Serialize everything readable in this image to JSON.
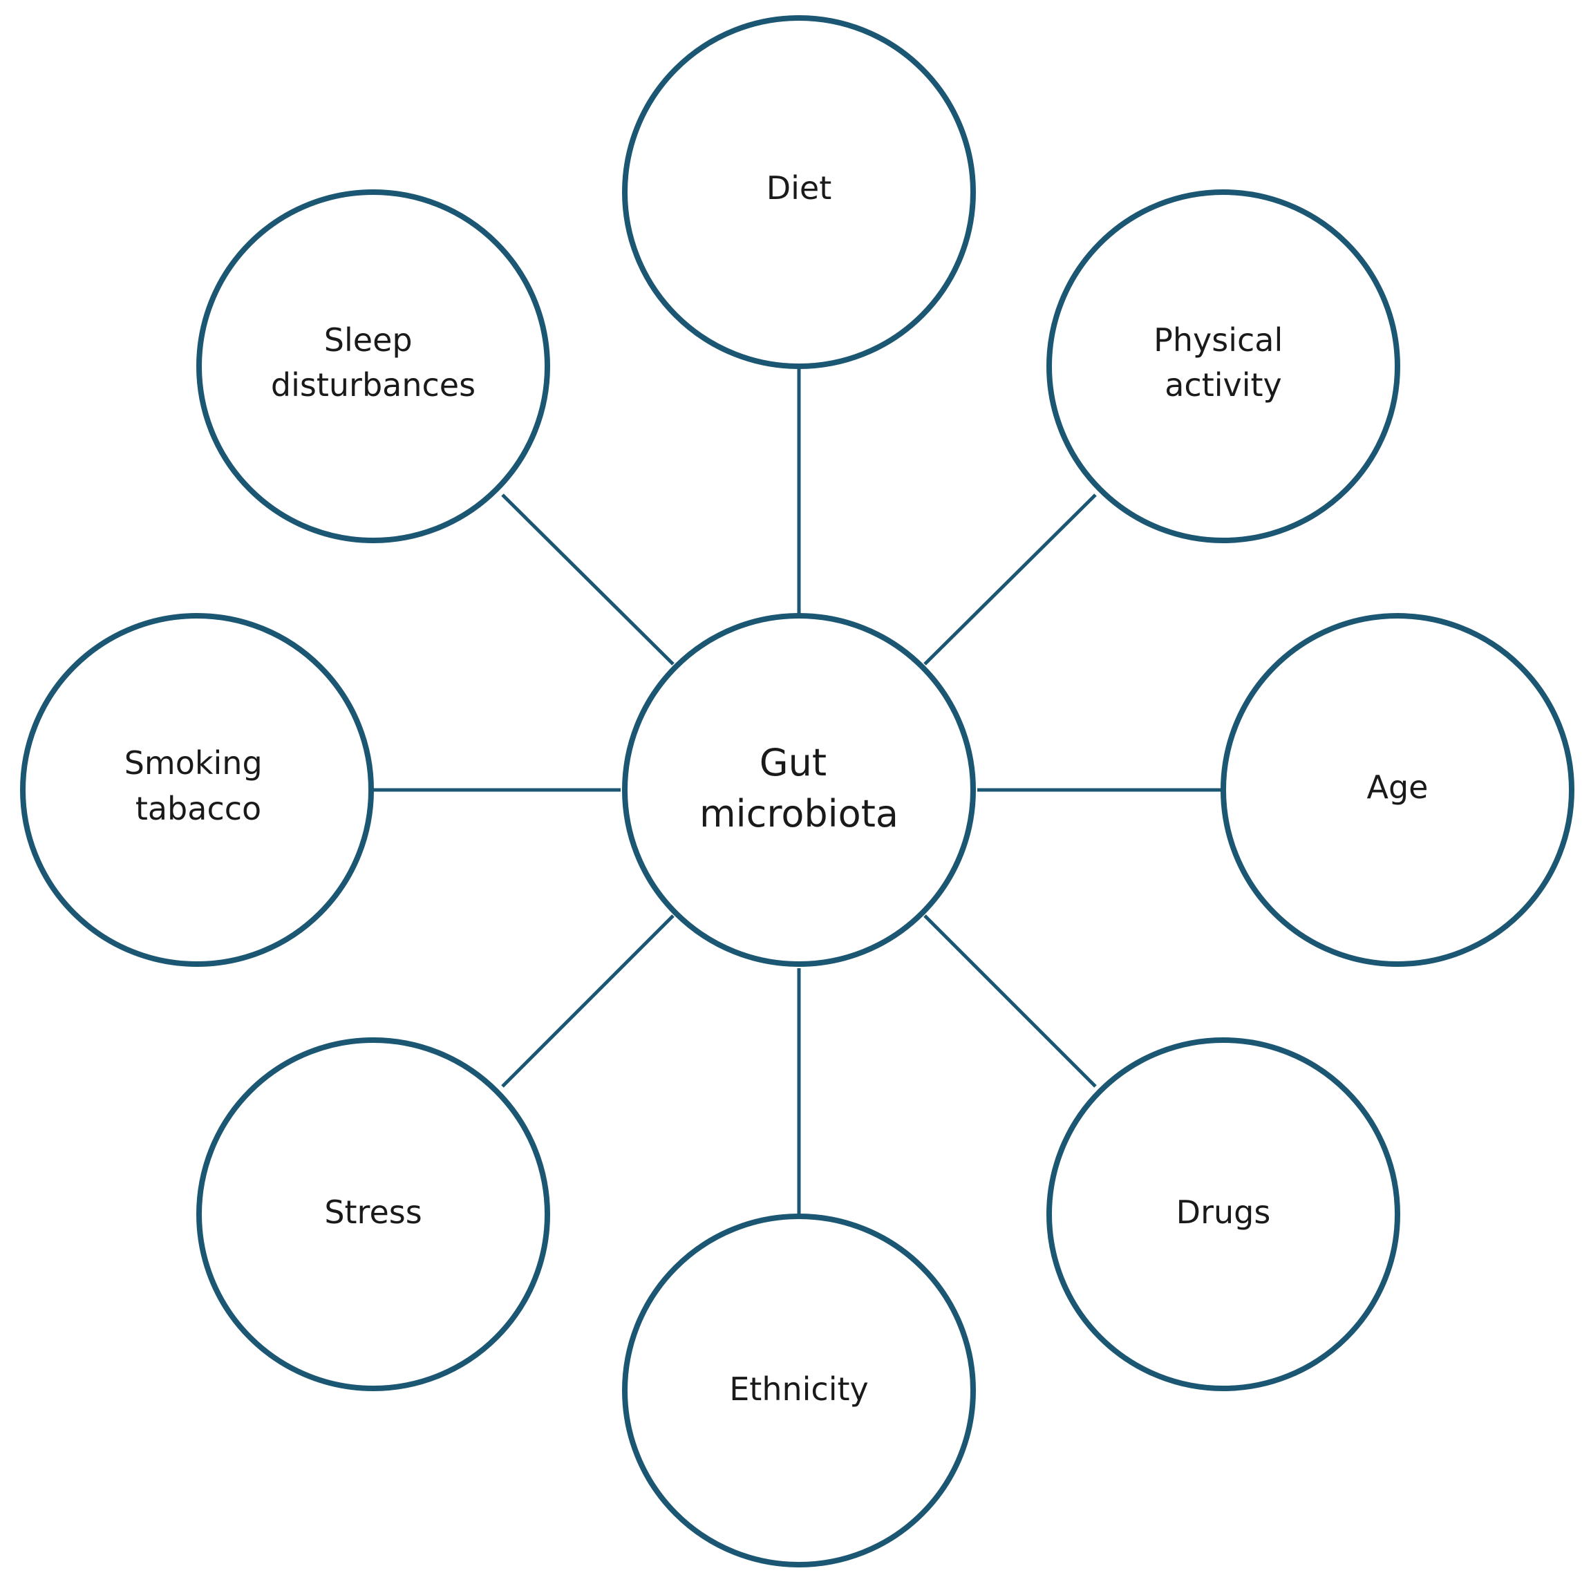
{
  "colors": {
    "circle_stroke": "#1b5673",
    "connector": "#1b5673",
    "text": "#1a1a1a",
    "background": "#ffffff"
  },
  "center": {
    "lines": [
      "Gut",
      "microbiota"
    ]
  },
  "factors": [
    {
      "id": "diet",
      "lines": [
        "Diet"
      ]
    },
    {
      "id": "physical-activity",
      "lines": [
        "Physical",
        "activity"
      ]
    },
    {
      "id": "age",
      "lines": [
        "Age"
      ]
    },
    {
      "id": "drugs",
      "lines": [
        "Drugs"
      ]
    },
    {
      "id": "ethnicity",
      "lines": [
        "Ethnicity"
      ]
    },
    {
      "id": "stress",
      "lines": [
        "Stress"
      ]
    },
    {
      "id": "smoking-tabacco",
      "lines": [
        "Smoking",
        "tabacco"
      ]
    },
    {
      "id": "sleep-disturbances",
      "lines": [
        "Sleep",
        "disturbances"
      ]
    }
  ]
}
